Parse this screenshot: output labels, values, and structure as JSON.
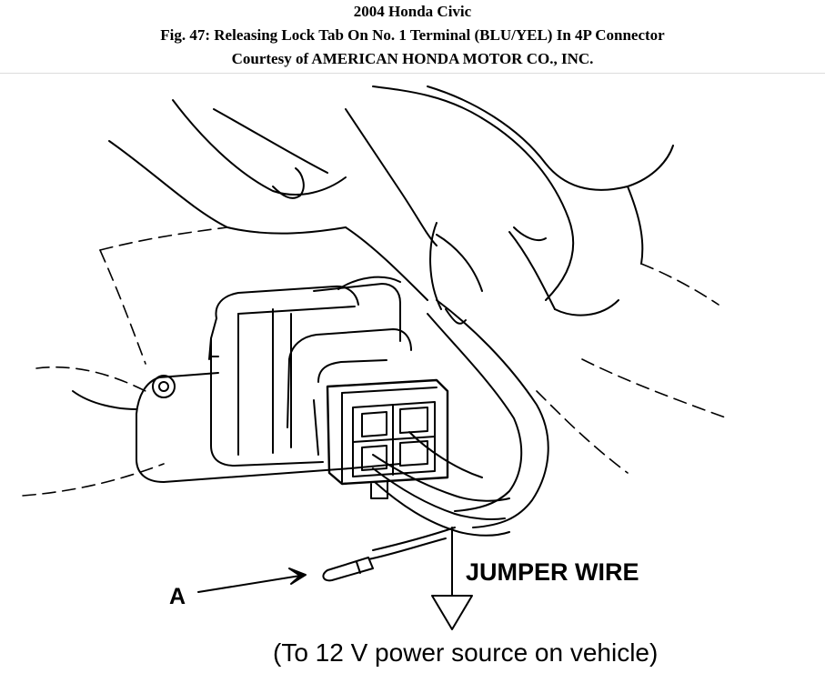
{
  "header": {
    "title": "2004 Honda Civic",
    "figure_caption": "Fig. 47: Releasing Lock Tab On No. 1 Terminal (BLU/YEL) In 4P Connector",
    "courtesy": "Courtesy of AMERICAN HONDA MOTOR CO., INC."
  },
  "figure": {
    "label_a": "A",
    "label_jumper": "JUMPER WIRE",
    "label_power": "(To 12 V power source on vehicle)"
  }
}
